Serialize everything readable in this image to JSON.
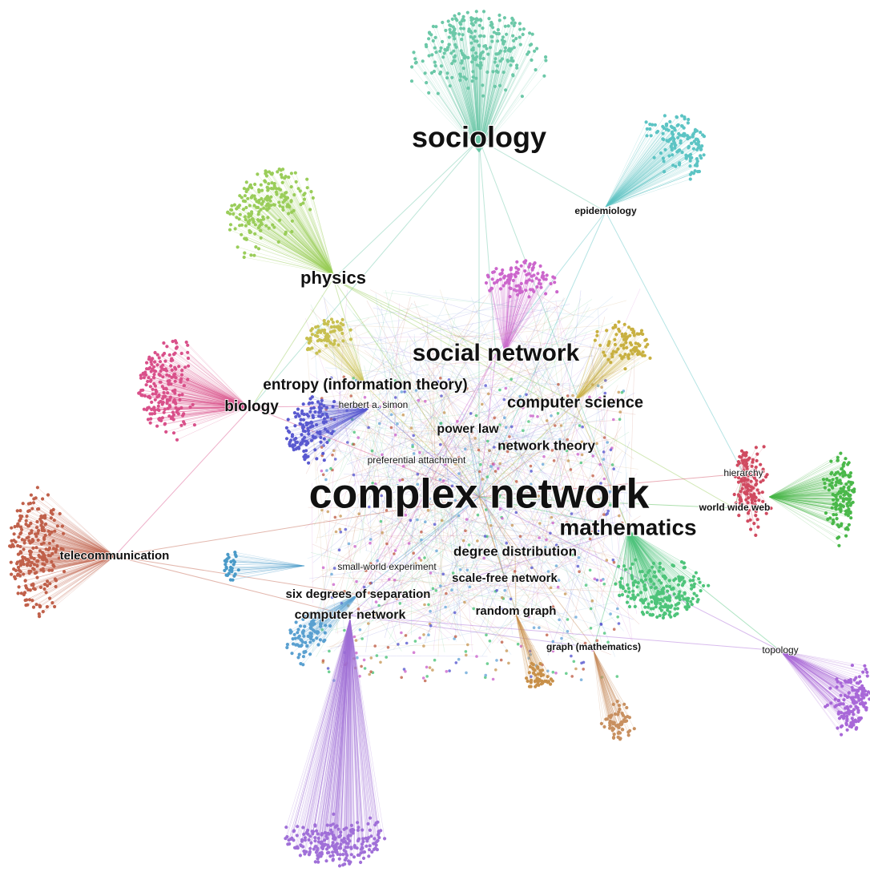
{
  "diagram": {
    "type": "network-graph",
    "background": "#ffffff",
    "hubs": [
      {
        "id": "complex_network",
        "label": "complex network",
        "color": "#c8a060"
      },
      {
        "id": "sociology",
        "label": "sociology",
        "color": "#6cc8a8"
      },
      {
        "id": "epidemiology",
        "label": "epidemiology",
        "color": "#5cc4c4"
      },
      {
        "id": "physics",
        "label": "physics",
        "color": "#9acd5a"
      },
      {
        "id": "social_network",
        "label": "social network",
        "color": "#cc66cc"
      },
      {
        "id": "entropy",
        "label": "entropy (information theory)",
        "color": "#c8c050"
      },
      {
        "id": "biology",
        "label": "biology",
        "color": "#d9508a"
      },
      {
        "id": "herbert_simon",
        "label": "herbert a. simon",
        "color": "#5a5ad0"
      },
      {
        "id": "computer_science",
        "label": "computer science",
        "color": "#c8b040"
      },
      {
        "id": "power_law",
        "label": "power law",
        "color": "#6aa8d8"
      },
      {
        "id": "network_theory",
        "label": "network theory",
        "color": "#c89a5a"
      },
      {
        "id": "preferential_attachment",
        "label": "preferential attachment",
        "color": "#5a8ad0"
      },
      {
        "id": "hierarchy",
        "label": "hierarchy",
        "color": "#d04a60"
      },
      {
        "id": "world_wide_web",
        "label": "world wide web",
        "color": "#4ab84a"
      },
      {
        "id": "mathematics",
        "label": "mathematics",
        "color": "#4ec47a"
      },
      {
        "id": "telecommunication",
        "label": "telecommunication",
        "color": "#c0604a"
      },
      {
        "id": "degree_distribution",
        "label": "degree distribution",
        "color": "#c89050"
      },
      {
        "id": "small_world",
        "label": "small-world experiment",
        "color": "#4a9ac8"
      },
      {
        "id": "scale_free",
        "label": "scale-free network",
        "color": "#c89050"
      },
      {
        "id": "six_degrees",
        "label": "six degrees of separation",
        "color": "#5aa0d0"
      },
      {
        "id": "random_graph",
        "label": "random graph",
        "color": "#c8904a"
      },
      {
        "id": "graph_math",
        "label": "graph (mathematics)",
        "color": "#c89060"
      },
      {
        "id": "topology",
        "label": "topology",
        "color": "#a868d8"
      },
      {
        "id": "computer_network",
        "label": "computer network",
        "color": "#a070d8"
      }
    ],
    "links": [
      [
        "sociology",
        "complex_network"
      ],
      [
        "sociology",
        "social_network"
      ],
      [
        "sociology",
        "physics"
      ],
      [
        "sociology",
        "epidemiology"
      ],
      [
        "sociology",
        "biology"
      ],
      [
        "sociology",
        "mathematics"
      ],
      [
        "epidemiology",
        "complex_network"
      ],
      [
        "epidemiology",
        "hierarchy"
      ],
      [
        "epidemiology",
        "social_network"
      ],
      [
        "physics",
        "complex_network"
      ],
      [
        "physics",
        "social_network"
      ],
      [
        "physics",
        "biology"
      ],
      [
        "physics",
        "computer_science"
      ],
      [
        "physics",
        "entropy"
      ],
      [
        "physics",
        "world_wide_web"
      ],
      [
        "social_network",
        "complex_network"
      ],
      [
        "social_network",
        "six_degrees"
      ],
      [
        "social_network",
        "small_world"
      ],
      [
        "biology",
        "complex_network"
      ],
      [
        "biology",
        "telecommunication"
      ],
      [
        "biology",
        "herbert_simon"
      ],
      [
        "computer_science",
        "complex_network"
      ],
      [
        "computer_science",
        "mathematics"
      ],
      [
        "hierarchy",
        "complex_network"
      ],
      [
        "world_wide_web",
        "complex_network"
      ],
      [
        "world_wide_web",
        "hierarchy"
      ],
      [
        "mathematics",
        "complex_network"
      ],
      [
        "mathematics",
        "topology"
      ],
      [
        "mathematics",
        "graph_math"
      ],
      [
        "telecommunication",
        "complex_network"
      ],
      [
        "telecommunication",
        "computer_network"
      ],
      [
        "telecommunication",
        "six_degrees"
      ],
      [
        "degree_distribution",
        "complex_network"
      ],
      [
        "scale_free",
        "complex_network"
      ],
      [
        "random_graph",
        "complex_network"
      ],
      [
        "graph_math",
        "complex_network"
      ],
      [
        "topology",
        "complex_network"
      ],
      [
        "topology",
        "computer_network"
      ],
      [
        "computer_network",
        "complex_network"
      ],
      [
        "computer_network",
        "graph_math"
      ],
      [
        "computer_network",
        "mathematics"
      ],
      [
        "herbert_simon",
        "complex_network"
      ],
      [
        "power_law",
        "complex_network"
      ],
      [
        "network_theory",
        "complex_network"
      ],
      [
        "preferential_attachment",
        "complex_network"
      ],
      [
        "small_world",
        "complex_network"
      ],
      [
        "six_degrees",
        "complex_network"
      ],
      [
        "entropy",
        "complex_network"
      ],
      [
        "power_law",
        "scale_free"
      ],
      [
        "random_graph",
        "degree_distribution"
      ]
    ]
  }
}
